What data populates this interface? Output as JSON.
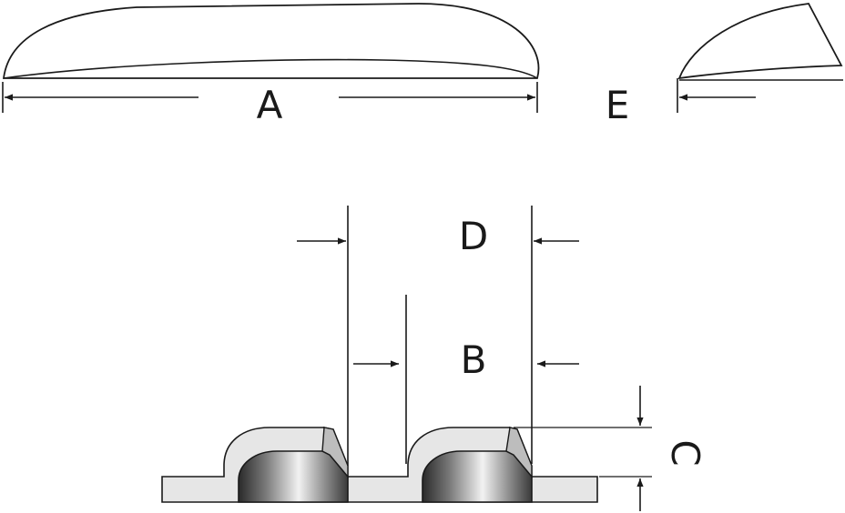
{
  "labels": {
    "a": "A",
    "b": "B",
    "c": "C",
    "d": "D",
    "e": "E"
  },
  "colors": {
    "ink": "#1a1a1a",
    "strip_fill": "#e6e6e6",
    "bevel_fill": "#bdbdbd"
  }
}
